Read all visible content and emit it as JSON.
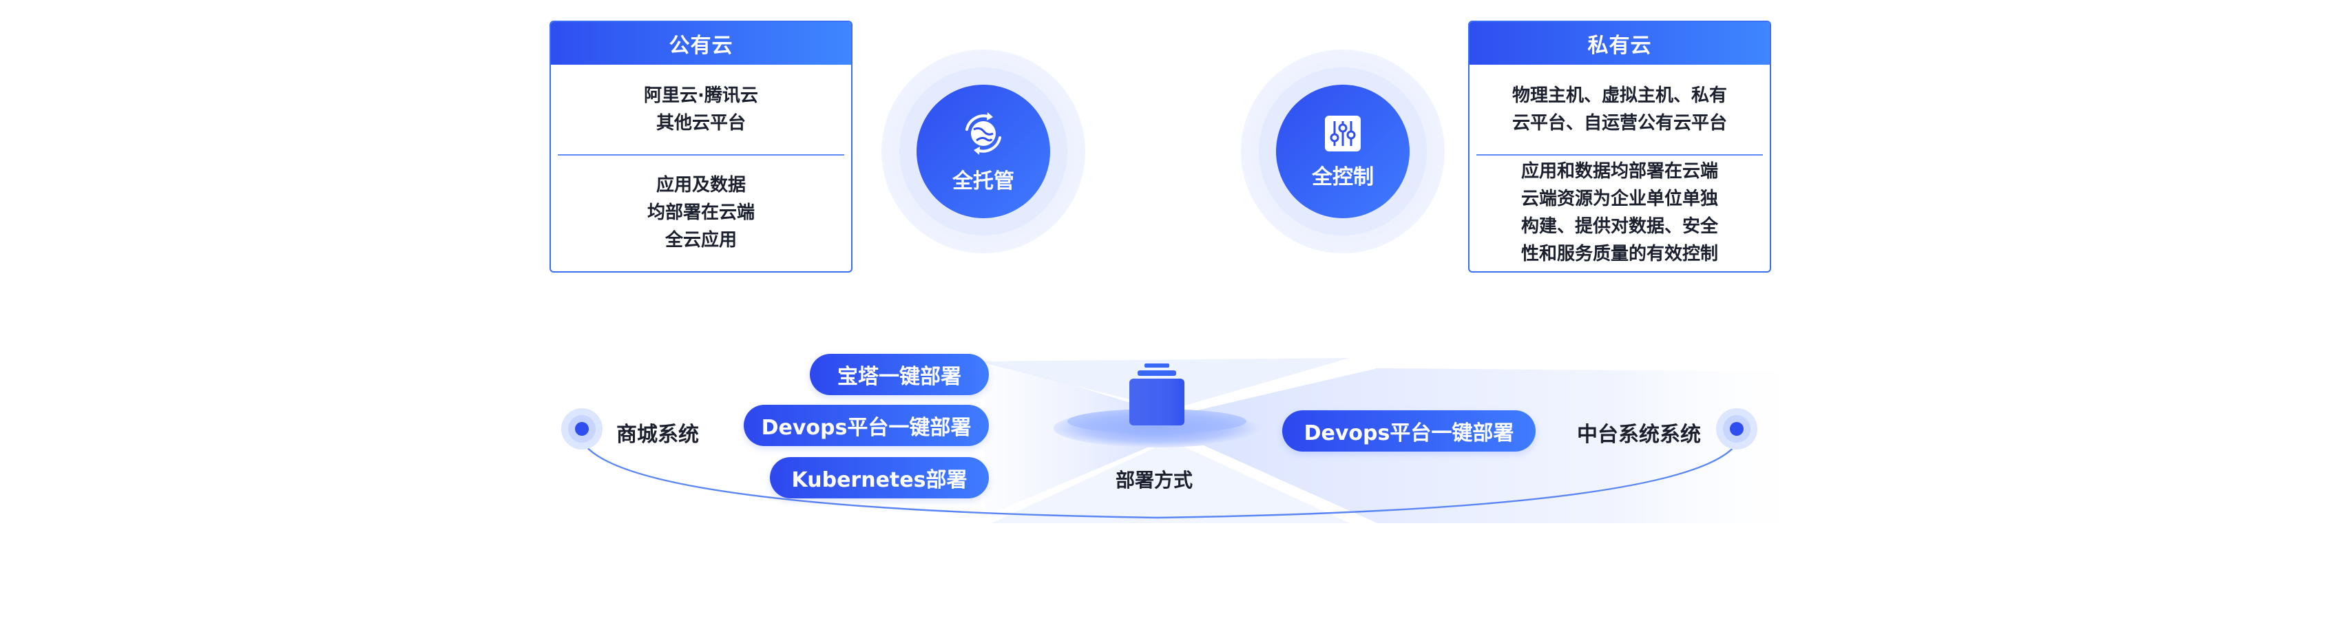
{
  "public_cloud": {
    "title": "公有云",
    "section1": [
      "阿里云·腾讯云",
      "其他云平台"
    ],
    "section2": [
      "应用及数据",
      "均部署在云端",
      "全云应用"
    ]
  },
  "private_cloud": {
    "title": "私有云",
    "section1": [
      "物理主机、虚拟主机、私有",
      "云平台、自运营公有云平台"
    ],
    "section2": [
      "应用和数据均部署在云端",
      "云端资源为企业单位单独",
      "构建、提供对数据、安全",
      "性和服务质量的有效控制"
    ]
  },
  "circles": {
    "managed": {
      "label": "全托管",
      "icon": "globe-sync-icon"
    },
    "control": {
      "label": "全控制",
      "icon": "sliders-icon"
    }
  },
  "deploy": {
    "left_label": "商城系统",
    "right_label": "中台系统系统",
    "center_label": "部署方式",
    "left_pills": [
      "宝塔一键部署",
      "Devops平台一键部署",
      "Kubernetes部署"
    ],
    "right_pills": [
      "Devops平台一键部署"
    ]
  },
  "colors": {
    "primary": "#2f4ef0",
    "accent": "#3f86ff",
    "light": "#e4ebff"
  }
}
